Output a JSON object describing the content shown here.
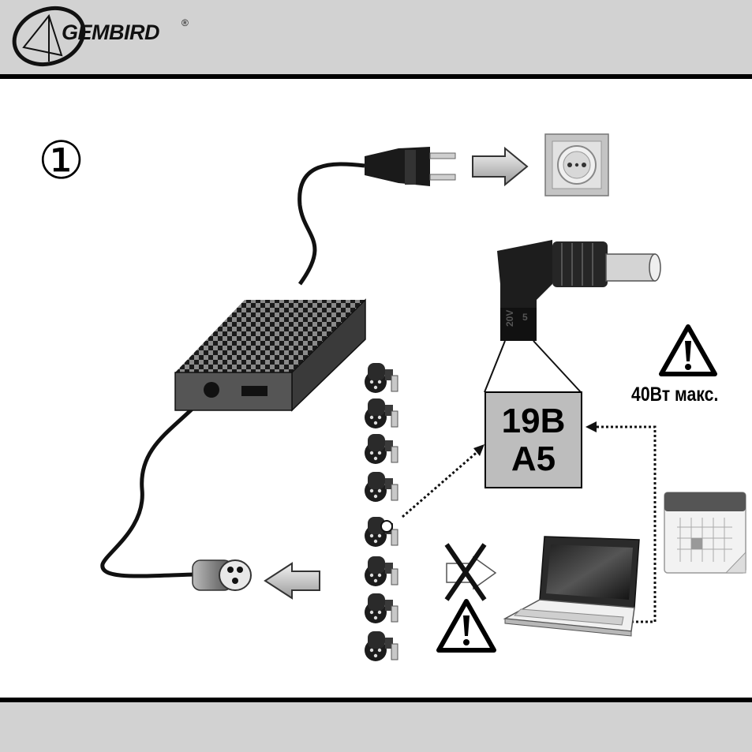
{
  "header": {
    "logo": {
      "brand_text": "GEMBIRD",
      "registered_mark": "®"
    }
  },
  "step": {
    "number": "①"
  },
  "spec_label": {
    "line1": "19B",
    "line2": "A5"
  },
  "tip_marking": {
    "line1": "20V",
    "line2": "5"
  },
  "warning": {
    "max_power": "40Вт макс."
  },
  "icons": {
    "logo": "gembird-logo-icon",
    "plug": "power-plug-icon",
    "socket": "wall-socket-icon",
    "adapter": "power-adapter-icon",
    "connector": "round-connector-icon",
    "tips": "adapter-tip-icon",
    "laptop": "laptop-icon",
    "calendar": "calendar-icon",
    "warning": "warning-triangle-icon",
    "cross": "cross-icon"
  },
  "colors": {
    "bar": "#d2d2d2",
    "label_box": "#bdbdbd",
    "rule": "#000000"
  }
}
